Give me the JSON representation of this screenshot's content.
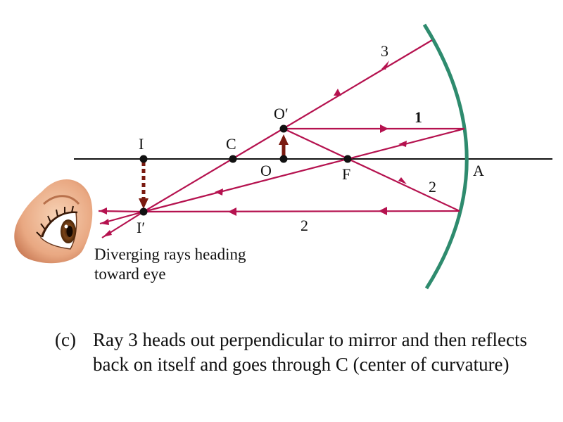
{
  "points": {
    "I": "I",
    "C": "C",
    "O_prime": "O′",
    "O": "O",
    "F": "F",
    "A": "A",
    "I_prime": "I′"
  },
  "ray_labels": {
    "ray1": "1",
    "ray2_upper": "2",
    "ray2_lower": "2",
    "ray3": "3"
  },
  "note": {
    "line1": "Diverging rays heading",
    "line2": "toward eye"
  },
  "caption": {
    "tag": "(c)",
    "text": "Ray 3 heads out perpendicular to mirror and then reflects back on itself and goes through C (center of curvature)"
  },
  "colors": {
    "ray": "#b5124f",
    "mirror": "#2e8b6e",
    "object_arrow": "#7a1a10",
    "axis": "#111111"
  }
}
